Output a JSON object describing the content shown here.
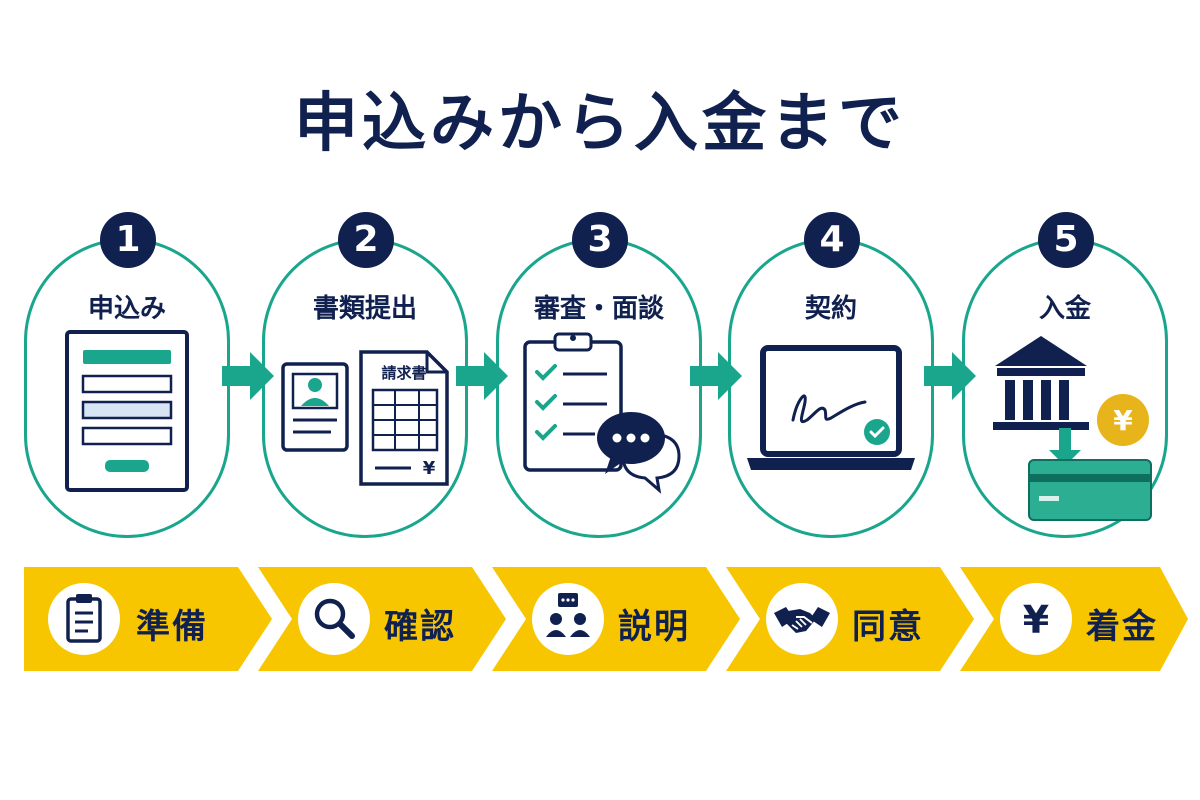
{
  "title": "申込みから入金まで",
  "colors": {
    "navy": "#10204f",
    "teal": "#1aa58d",
    "yellow": "#f7c600",
    "gold": "#e7b51b"
  },
  "steps": [
    {
      "number": "1",
      "label": "申込み",
      "icon": "application-form-icon"
    },
    {
      "number": "2",
      "label": "書類提出",
      "icon": "documents-icon",
      "doc_title": "請求書",
      "doc_mark": "¥"
    },
    {
      "number": "3",
      "label": "審査・面談",
      "icon": "checklist-chat-icon"
    },
    {
      "number": "4",
      "label": "契約",
      "icon": "laptop-signature-icon"
    },
    {
      "number": "5",
      "label": "入金",
      "icon": "bank-transfer-icon",
      "coin_mark": "¥"
    }
  ],
  "stages": [
    {
      "label": "準備",
      "icon": "clipboard-icon"
    },
    {
      "label": "確認",
      "icon": "magnifier-icon"
    },
    {
      "label": "説明",
      "icon": "presentation-people-icon"
    },
    {
      "label": "同意",
      "icon": "handshake-icon"
    },
    {
      "label": "着金",
      "icon": "yen-icon",
      "mark": "¥"
    }
  ]
}
